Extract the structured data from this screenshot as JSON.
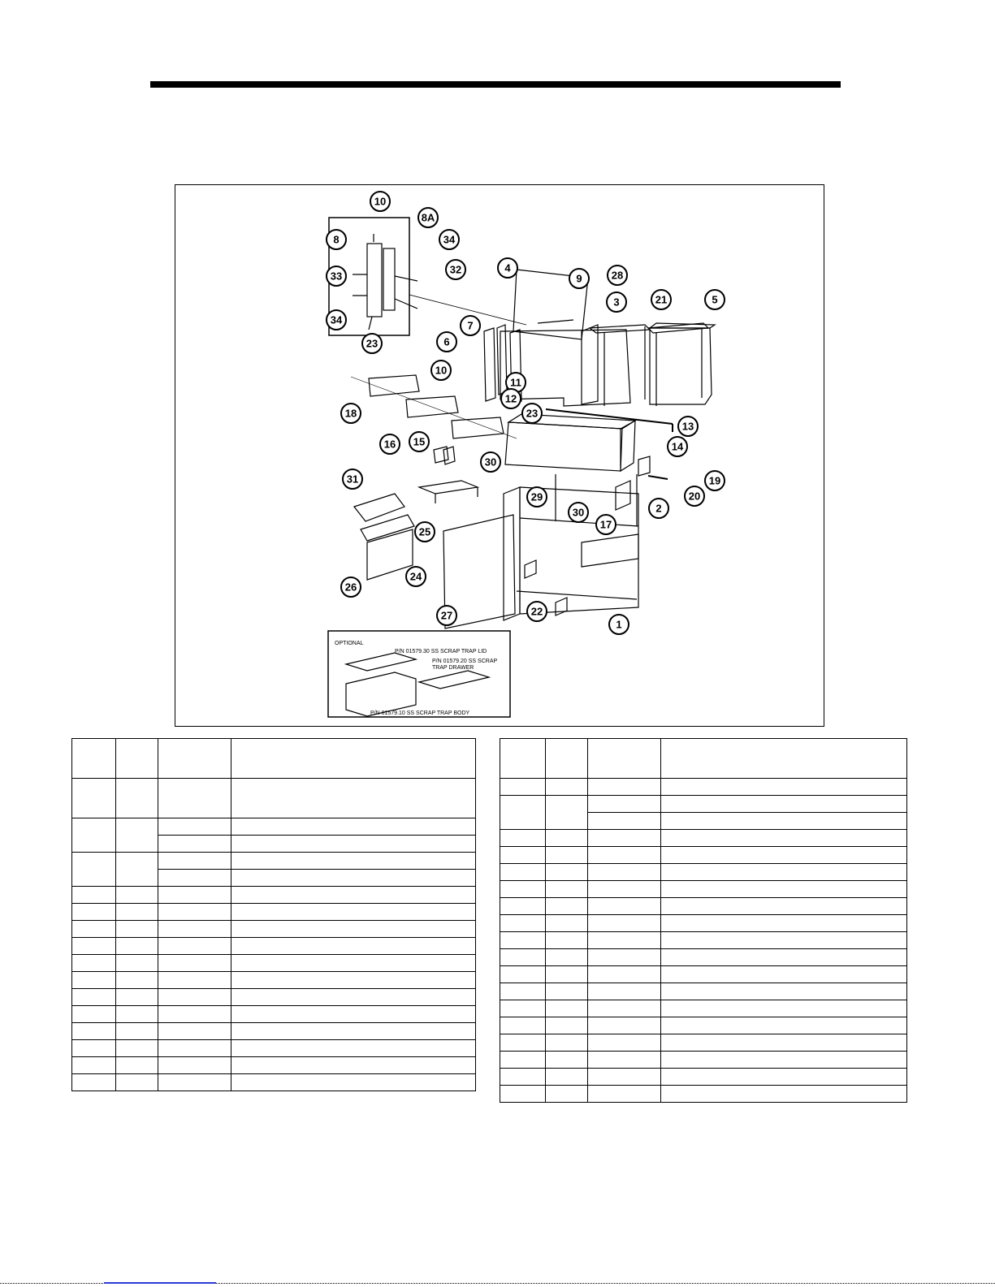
{
  "figure": {
    "callouts": [
      "10",
      "8A",
      "8",
      "34",
      "33",
      "32",
      "34",
      "23",
      "4",
      "9",
      "28",
      "3",
      "21",
      "5",
      "7",
      "6",
      "10",
      "11",
      "12",
      "23",
      "18",
      "13",
      "16",
      "15",
      "30",
      "14",
      "31",
      "29",
      "30",
      "19",
      "20",
      "2",
      "17",
      "25",
      "26",
      "24",
      "27",
      "22",
      "1"
    ],
    "optional": {
      "title": "OPTIONAL",
      "lid_label": "P/N 01579.30 SS SCRAP TRAP LID",
      "drawer_label_line1": "P/N 01579.20 SS SCRAP",
      "drawer_label_line2": "TRAP DRAWER",
      "body_label": "P/N 01579.10 SS SCRAP TRAP BODY"
    }
  }
}
